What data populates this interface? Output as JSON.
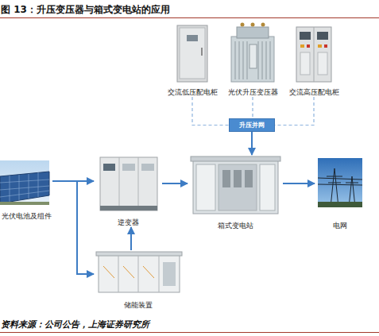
{
  "diagram": {
    "title": "图 13：升压变压器与箱式变电站的应用",
    "caption": "资料来源：公司公告，上海证券研究所",
    "nodes": [
      {
        "text": [
          "交流低压配电柜"
        ]
      },
      {
        "text": [
          "光伏升压变压器"
        ]
      },
      {
        "text": [
          "交流高压配电柜"
        ]
      },
      {
        "text": [
          "升压并网"
        ]
      },
      {
        "text": [
          "光伏电池及组件"
        ]
      },
      {
        "text": [
          "逆变器"
        ]
      },
      {
        "text": [
          "箱式变电站"
        ]
      },
      {
        "text": [
          "电网"
        ]
      },
      {
        "text": [
          "储能装置"
        ]
      }
    ],
    "edges": [
      {
        "from": 0,
        "to": 3,
        "arrow": "none"
      },
      {
        "from": 1,
        "to": 3,
        "arrow": "none"
      },
      {
        "from": 2,
        "to": 3,
        "arrow": "none"
      },
      {
        "from": 3,
        "to": 6,
        "arrow": "to"
      },
      {
        "from": 4,
        "to": 5,
        "arrow": "to"
      },
      {
        "from": 4,
        "to": 8,
        "arrow": "to"
      },
      {
        "from": 8,
        "to": 5,
        "arrow": "to"
      },
      {
        "from": 5,
        "to": 6,
        "arrow": "to"
      },
      {
        "from": 6,
        "to": 7,
        "arrow": "to"
      }
    ]
  }
}
